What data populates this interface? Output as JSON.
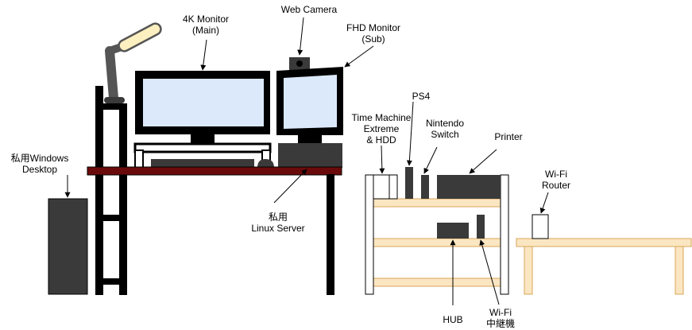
{
  "labels": {
    "monitor_4k": [
      "4K Monitor",
      "(Main)"
    ],
    "web_camera": [
      "Web Camera"
    ],
    "fhd_monitor": [
      "FHD Monitor",
      "(Sub)"
    ],
    "ps4": [
      "PS4"
    ],
    "time_machine": [
      "Time Machine",
      "Extreme",
      "& HDD"
    ],
    "nintendo_switch": [
      "Nintendo",
      "Switch"
    ],
    "printer": [
      "Printer"
    ],
    "windows_desktop": [
      "私用Windows",
      "Desktop"
    ],
    "wifi_router": [
      "Wi-Fi",
      "Router"
    ],
    "linux_server": [
      "私用",
      "Linux Server"
    ],
    "hub": [
      "HUB"
    ],
    "wifi_repeater": [
      "Wi-Fi",
      "中継機"
    ]
  },
  "colors": {
    "desk_top": "#6b0a0a",
    "furniture": "#000000",
    "device": "#3a3a3a",
    "screen_fill": "#dce9fb",
    "lamp_light": "#fdf0c0",
    "lamp_arm": "#555555",
    "shelf_wood": "#fbe6c2",
    "shelf_edge": "#d8a658"
  }
}
